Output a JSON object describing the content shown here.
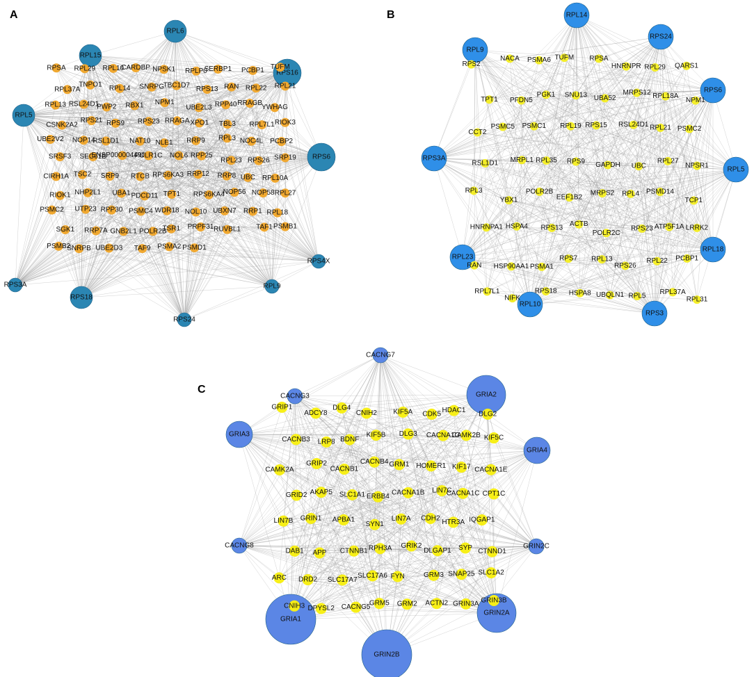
{
  "colors": {
    "hub_A": "#2b86b3",
    "hub_B": "#2f8fe8",
    "hub_C": "#5b86e5",
    "inner_A": "#f0a830",
    "inner_B": "#f4ee2a",
    "inner_C": "#f7ef18",
    "edge": "#9a9a9a"
  },
  "panels": [
    {
      "id": "A",
      "label": "A",
      "hub_color_key": "hub_A",
      "inner_color_key": "inner_A",
      "hubs": [
        {
          "label": "RPL6",
          "size": 2
        },
        {
          "label": "RPS16",
          "size": 3
        },
        {
          "label": "RPS6",
          "size": 3
        },
        {
          "label": "RPS4X",
          "size": 1
        },
        {
          "label": "RPL9",
          "size": 1
        },
        {
          "label": "RPS24",
          "size": 1
        },
        {
          "label": "RPS18",
          "size": 2
        },
        {
          "label": "RPS3A",
          "size": 1
        },
        {
          "label": "RPL5",
          "size": 2
        },
        {
          "label": "RPL15",
          "size": 2
        }
      ],
      "nodes": [
        "RPSA",
        "RPL29",
        "RPL10",
        "CARDBP",
        "NPSK1",
        "RPLP0",
        "SERBP1",
        "PCBP1",
        "TUFM",
        "RPL37A",
        "TNPO1",
        "RPL14",
        "SNRPG",
        "TBC1D7",
        "RPS13",
        "RAN",
        "RPL22",
        "RPL21",
        "RPL13",
        "RSL24D1",
        "PWP2",
        "RBX1",
        "NPM1",
        "UBE2L3",
        "RPP40",
        "RRAGB",
        "YWHAG",
        "CSNK2A2",
        "RPS21",
        "RPS9",
        "RPS23",
        "RRAGA",
        "XPO1",
        "TBL3",
        "RPL7L1",
        "RIOK3",
        "UBE2V2",
        "NOP14",
        "RSL1D1",
        "NAT10",
        "NLE1",
        "RRP9",
        "RPL3",
        "NOC4L",
        "PCBP2",
        "SRSF3",
        "SEC61B",
        "ENSP00000449026",
        "POLR1C",
        "NOL6",
        "RPP25",
        "RPL23",
        "RPS26",
        "SRP19",
        "CIRH1A",
        "TSC2",
        "SRP9",
        "RTCB",
        "RPS6KA3",
        "RRP12",
        "RRP8",
        "UBC",
        "RPL10A",
        "RIOK1",
        "NHP2L1",
        "UBA1",
        "PDCD11",
        "TPT1",
        "RPS6KA4",
        "NOP56",
        "NOP58",
        "RPL27",
        "PSMC2",
        "UTP23",
        "RPP30",
        "PSMC4",
        "WDR18",
        "NOL10",
        "UBXN7",
        "RRP1",
        "RPL18",
        "SGK1",
        "RRP7A",
        "GNB2L1",
        "POLR2B",
        "TSR1",
        "PRPF31",
        "RUVBL1",
        "TAF1",
        "PSMB1",
        "PSMB2",
        "SNRPB",
        "UBE2D3",
        "TAF9",
        "PSMA2",
        "PSMD1"
      ]
    },
    {
      "id": "B",
      "label": "B",
      "hub_color_key": "hub_B",
      "inner_color_key": "inner_B",
      "hubs": [
        {
          "label": "RPL14",
          "size": 2
        },
        {
          "label": "RPS24",
          "size": 2
        },
        {
          "label": "RPS6",
          "size": 2
        },
        {
          "label": "RPL5",
          "size": 2
        },
        {
          "label": "RPL18",
          "size": 2
        },
        {
          "label": "RPS3",
          "size": 2
        },
        {
          "label": "RPL10",
          "size": 2
        },
        {
          "label": "RPL23",
          "size": 2
        },
        {
          "label": "RPS3A",
          "size": 2
        },
        {
          "label": "RPL9",
          "size": 2
        }
      ],
      "nodes": [
        "RPS2",
        "NACA",
        "PSMA6",
        "TUFM",
        "RPSA",
        "HNRNPR",
        "RPL29",
        "QARS1",
        "TPT1",
        "PFDN5",
        "PGK1",
        "SNU13",
        "UBA52",
        "MRPS12",
        "RPL18A",
        "NPM1",
        "CCT2",
        "PSMC5",
        "PSMC1",
        "RPL19",
        "RPS15",
        "RSL24D1",
        "RPL21",
        "PSMC2",
        "RSL1D1",
        "MRPL1",
        "RPL35",
        "RPS9",
        "GAPDH",
        "UBC",
        "RPL27",
        "NPSR1",
        "RPL3",
        "YBX1",
        "POLR2B",
        "EEF1B2",
        "MRPS2",
        "RPL4",
        "PSMD14",
        "TCP1",
        "HNRNPA1",
        "HSPA4",
        "RPS13",
        "ACTB",
        "POLR2C",
        "RPS23",
        "ATP5F1A",
        "LRRK2",
        "RAN",
        "HSP90AA1",
        "PSMA1",
        "RPS7",
        "RPL13",
        "RPS26",
        "RPL22",
        "PCBP1",
        "RPL7L1",
        "NIFK",
        "RPS18",
        "HSPA8",
        "UBQLN1",
        "RPL5",
        "RPL37A",
        "RPL31"
      ]
    },
    {
      "id": "C",
      "label": "C",
      "hub_color_key": "hub_C",
      "inner_color_key": "inner_C",
      "hubs": [
        {
          "label": "CACNG7",
          "size": 1
        },
        {
          "label": "GRIA2",
          "size": 3
        },
        {
          "label": "GRIA4",
          "size": 2
        },
        {
          "label": "GRIN2C",
          "size": 1
        },
        {
          "label": "GRIN2A",
          "size": 3
        },
        {
          "label": "GRIN2B",
          "size": 4
        },
        {
          "label": "GRIA1",
          "size": 4
        },
        {
          "label": "CACNG8",
          "size": 1
        },
        {
          "label": "GRIA3",
          "size": 2
        },
        {
          "label": "CACNG3",
          "size": 1
        }
      ],
      "nodes": [
        "GRIP1",
        "ADCY8",
        "DLG4",
        "CNIH2",
        "KIF5A",
        "CDK5",
        "HDAC1",
        "DLG2",
        "CACNB3",
        "LRP8",
        "BDNF",
        "KIF5B",
        "DLG3",
        "CACNA1G",
        "CAMK2B",
        "KIF5C",
        "CAMK2A",
        "GRIP2",
        "CACNB1",
        "CACNB4",
        "GRM1",
        "HOMER1",
        "KIF17",
        "CACNA1E",
        "GRID2",
        "AKAP5",
        "SLC1A1",
        "ERBB4",
        "CACNA1B",
        "LIN7C",
        "CACNA1C",
        "CPT1C",
        "LIN7B",
        "GRIN1",
        "APBA1",
        "SYN1",
        "LIN7A",
        "CDH2",
        "HTR3A",
        "IQGAP1",
        "DAB1",
        "APP",
        "CTNNB1",
        "RPH3A",
        "GRIK2",
        "DLGAP1",
        "SYP",
        "CTNND1",
        "ARC",
        "DRD2",
        "SLC17A7",
        "SLC17A6",
        "FYN",
        "GRM3",
        "SNAP25",
        "SLC1A2",
        "CNIH3",
        "DPYSL2",
        "CACNG5",
        "GRM5",
        "GRM2",
        "ACTN2",
        "GRIN3A",
        "GRIN3B"
      ]
    }
  ]
}
